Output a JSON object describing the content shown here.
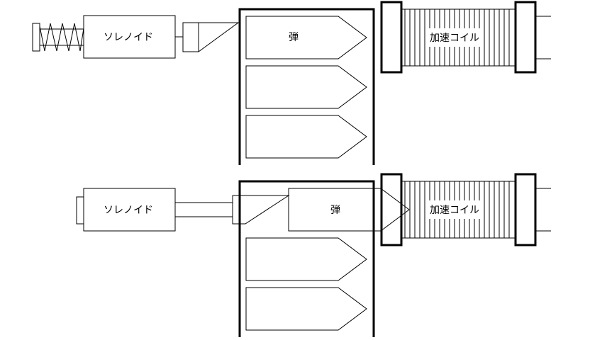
{
  "top": {
    "solenoid_label": "ソレノイド",
    "bullet_label": "弾",
    "coil_label": "加速コイル"
  },
  "bottom": {
    "solenoid_label": "ソレノイド",
    "bullet_label": "弾",
    "coil_label": "加速コイル"
  },
  "colors": {
    "line": "#000000",
    "background": "#ffffff"
  }
}
